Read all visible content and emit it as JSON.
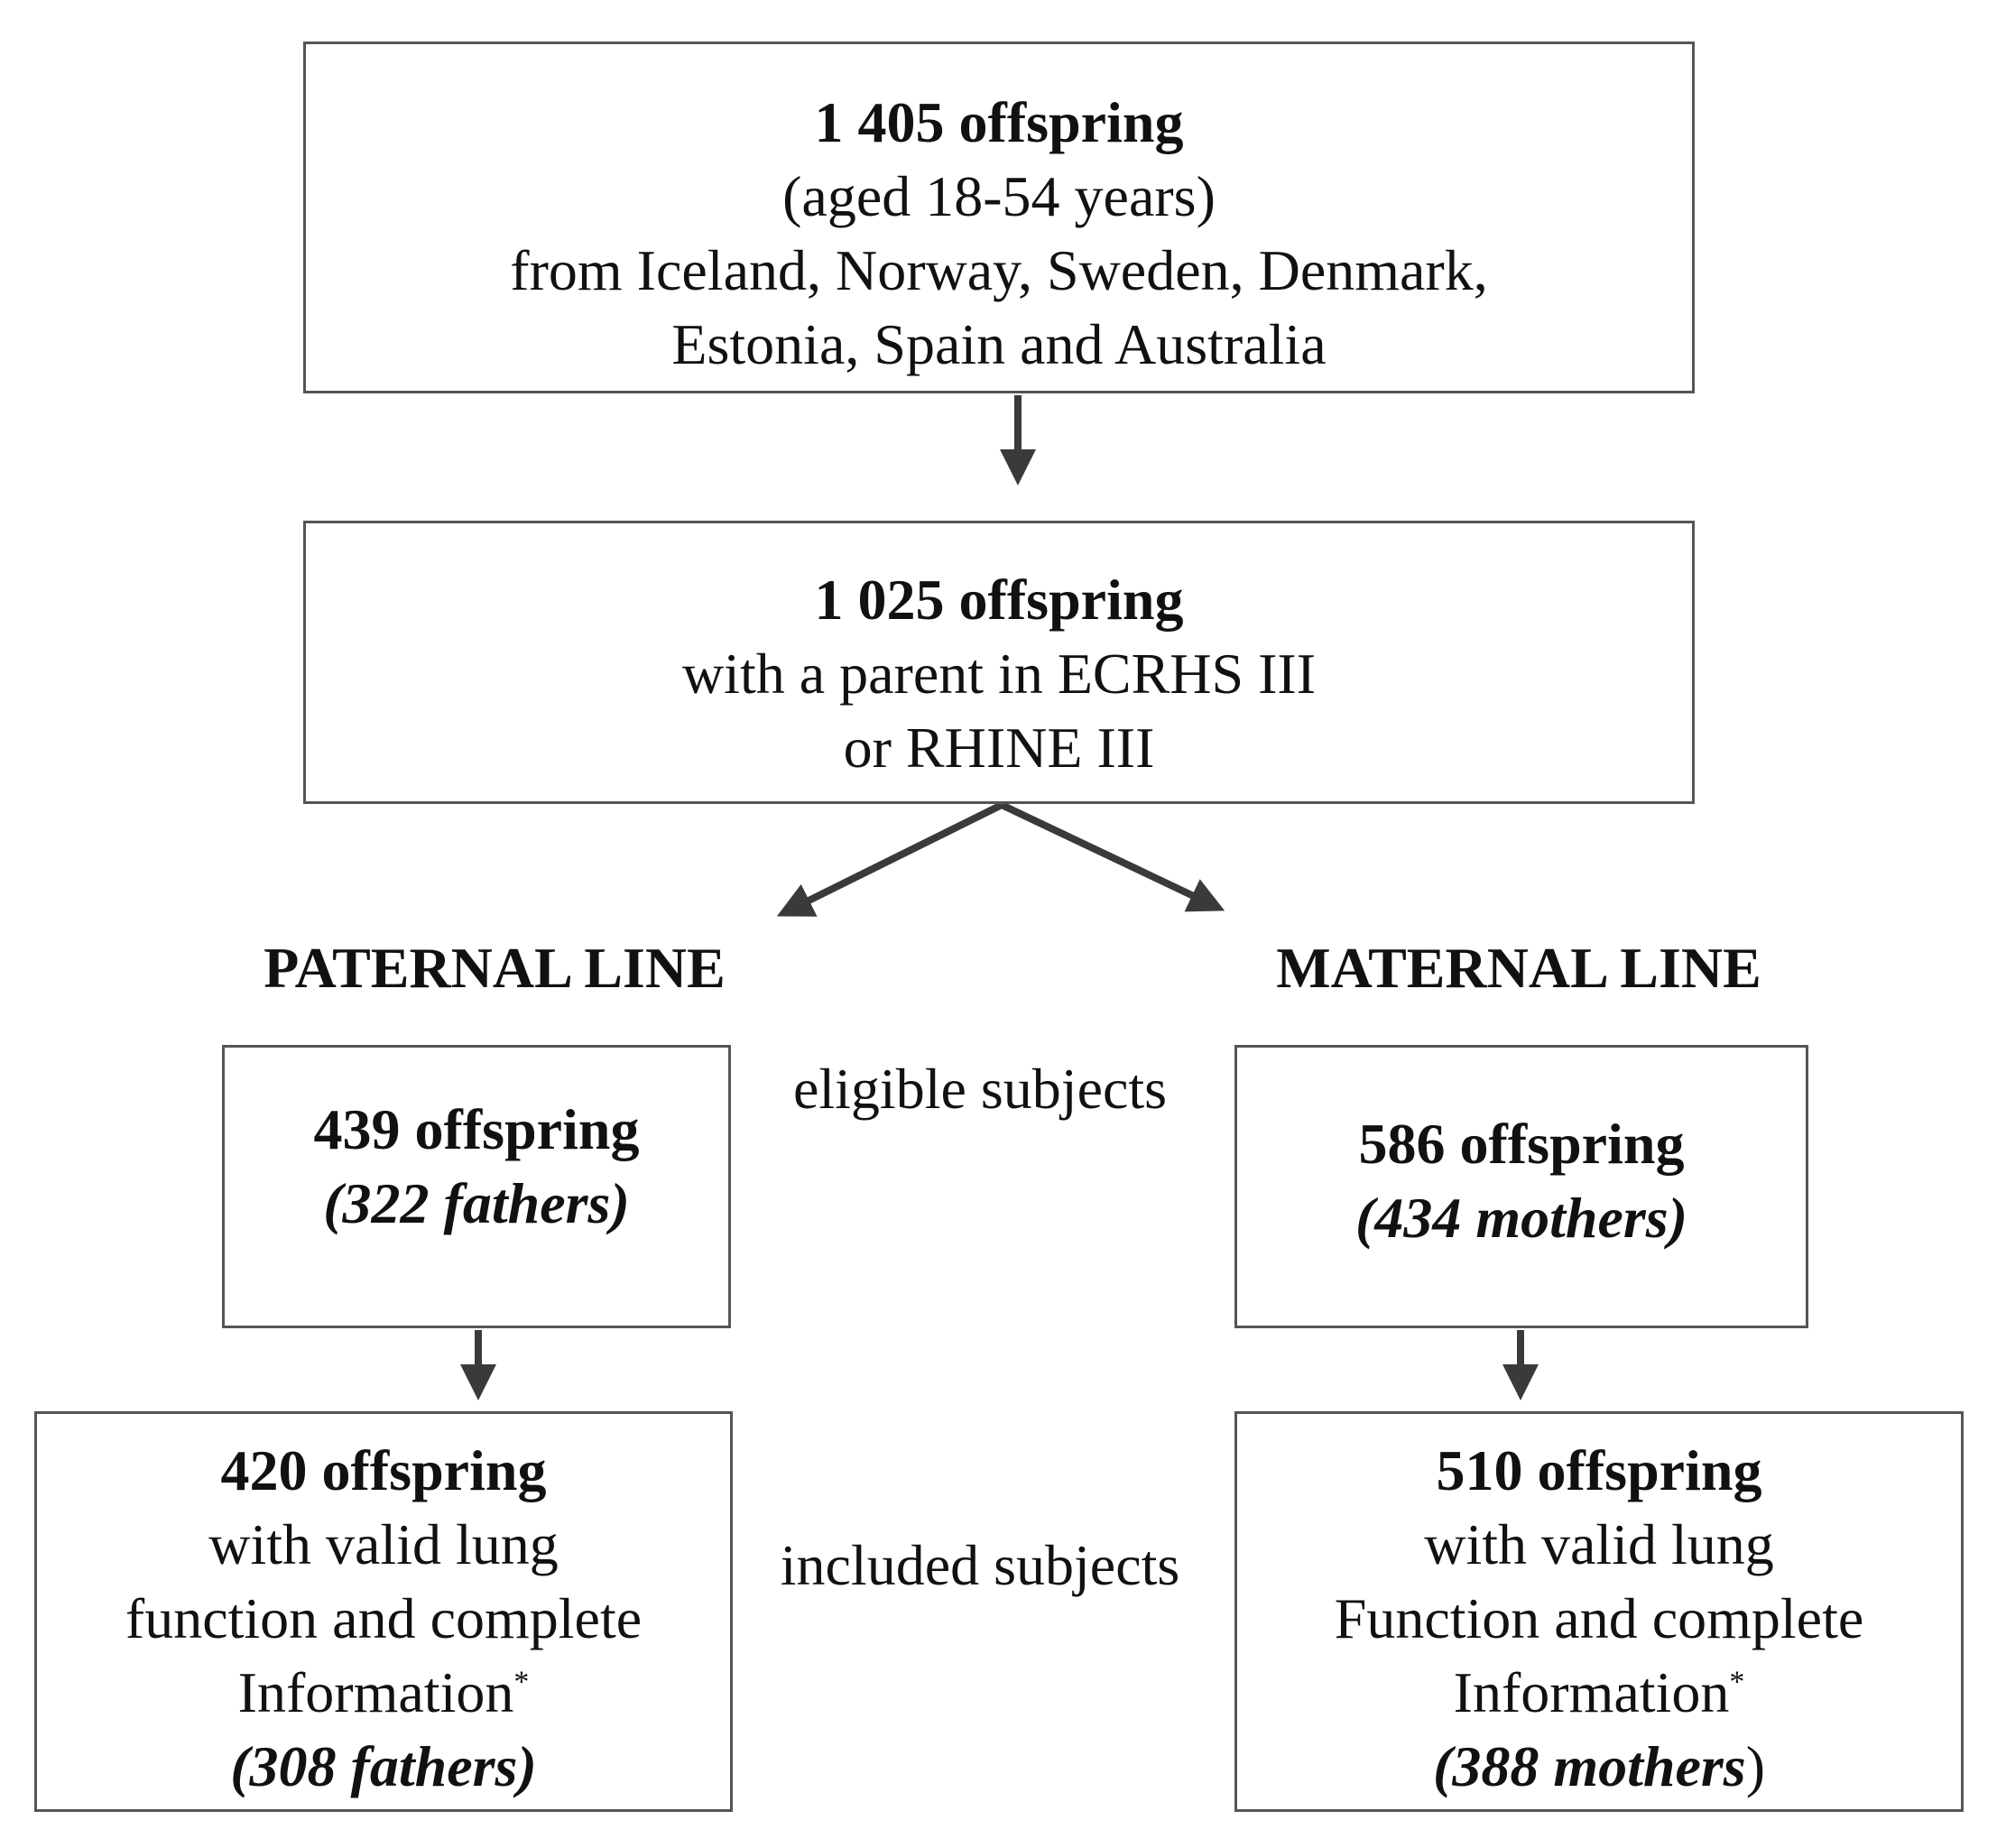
{
  "top_box": {
    "title": "1 405 offspring",
    "line2": "(aged 18-54 years)",
    "line3": "from Iceland, Norway, Sweden, Denmark,",
    "line4": "Estonia, Spain and Australia"
  },
  "second_box": {
    "title": "1 025 offspring",
    "line2": "with a parent in ECRHS III",
    "line3": "or RHINE III"
  },
  "paternal": {
    "heading": "PATERNAL LINE",
    "eligible": {
      "title": "439 offspring",
      "parents": "(322 fathers)"
    },
    "included": {
      "title": "420 offspring",
      "line2": "with valid lung",
      "line3": "function and complete",
      "line4": "Information",
      "footnote_mark": "*",
      "parents": "(308 fathers)"
    }
  },
  "maternal": {
    "heading": "MATERNAL LINE",
    "eligible": {
      "title": "586 offspring",
      "parents": "(434 mothers)"
    },
    "included": {
      "title": "510 offspring",
      "line2": "with valid lung",
      "line3": "Function and complete",
      "line4": "Information",
      "footnote_mark": "*",
      "parents_italic": "(388 mothers",
      "parents_close": ")"
    }
  },
  "labels": {
    "eligible": "eligible subjects",
    "included": "included subjects"
  },
  "colors": {
    "border": "#555555",
    "arrow": "#3a3a3a",
    "text": "#111111"
  }
}
